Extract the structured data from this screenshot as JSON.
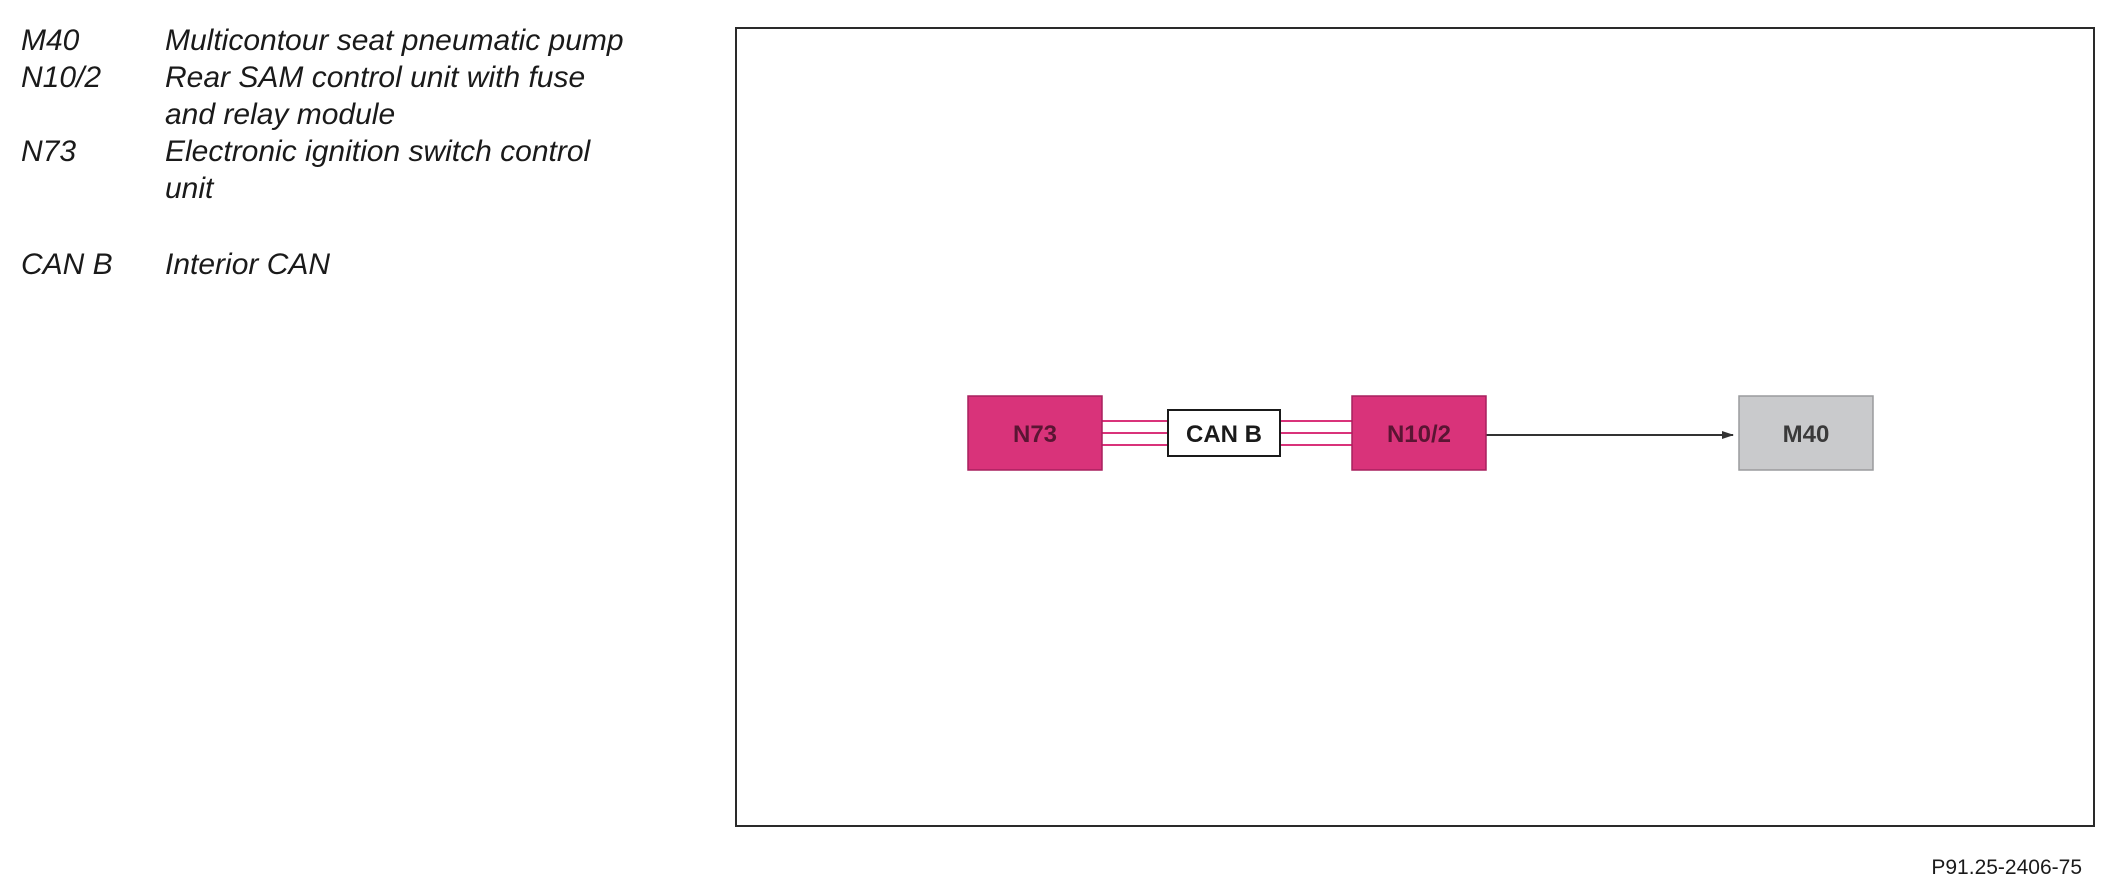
{
  "legend": [
    {
      "code": "M40",
      "description": "Multicontour seat pneumatic pump"
    },
    {
      "code": "N10/2",
      "description": "Rear SAM control unit with fuse and relay module"
    },
    {
      "code": "N73",
      "description": "Electronic ignition switch control unit"
    },
    {
      "code": "CAN B",
      "description": "Interior CAN"
    }
  ],
  "diagram": {
    "nodes": {
      "n73": {
        "label": "N73"
      },
      "n10_2": {
        "label": "N10/2"
      },
      "m40": {
        "label": "M40"
      },
      "can_b": {
        "label": "CAN B"
      }
    },
    "colors": {
      "control_unit": "#d9337a",
      "actuator": "#c9cacc",
      "bus_line": "#d9337a",
      "arrow": "#333333"
    }
  },
  "figure_ref": "P91.25-2406-75"
}
